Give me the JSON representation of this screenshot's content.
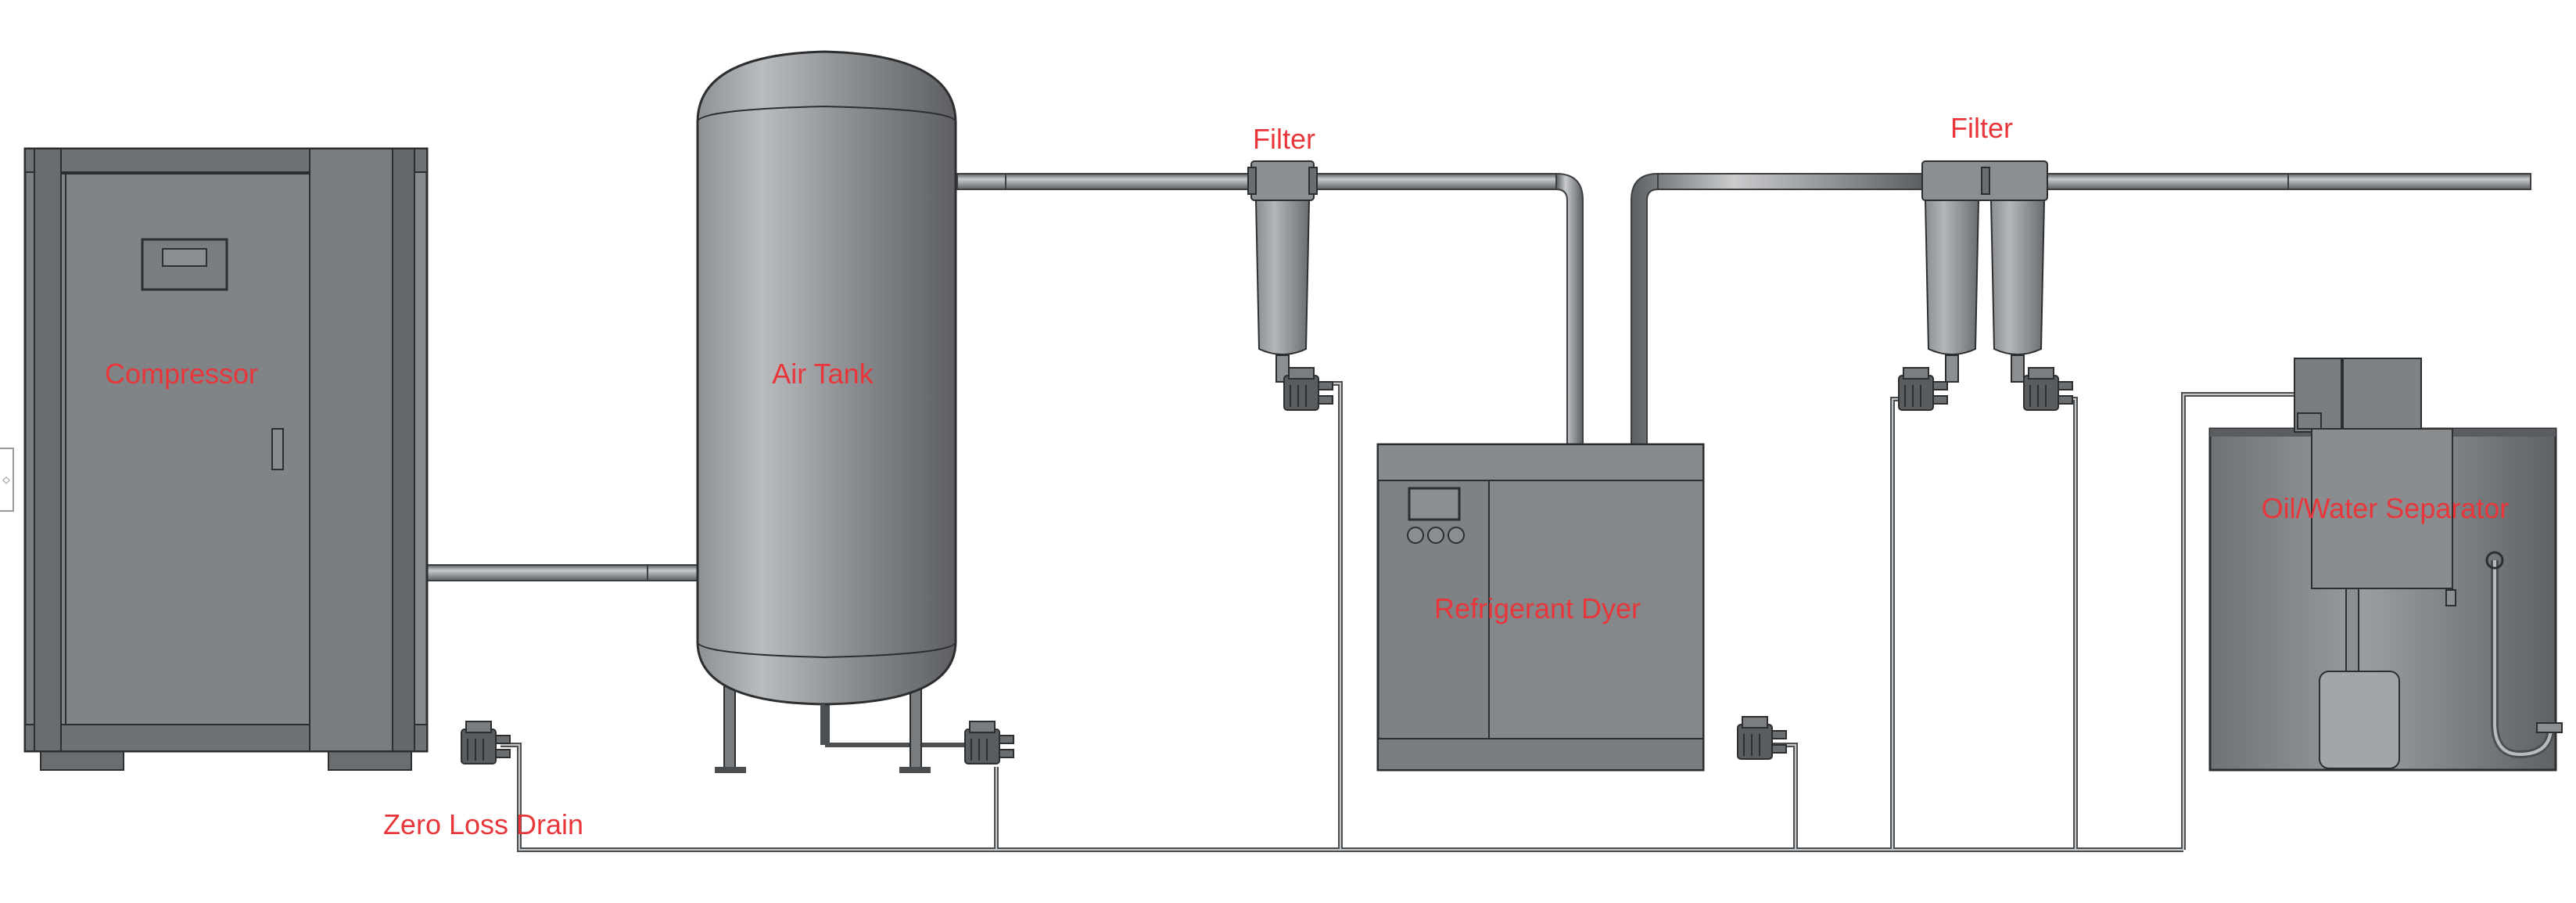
{
  "colors": {
    "label": "#e8363a",
    "equipment": "#7d8082",
    "equipment_dark": "#4a4d50",
    "pipe": "#9ea2a5",
    "pipe_edge": "#3c3f42",
    "background": "#ffffff"
  },
  "labels": {
    "compressor": "Compressor",
    "air_tank": "Air Tank",
    "filter_1": "Filter",
    "filter_2": "Filter",
    "dryer": "Refrigerant Dyer",
    "separator": "Oil/Water Separator",
    "drain": "Zero Loss Drain"
  },
  "icons": {
    "side_handle": "diamond-icon"
  }
}
